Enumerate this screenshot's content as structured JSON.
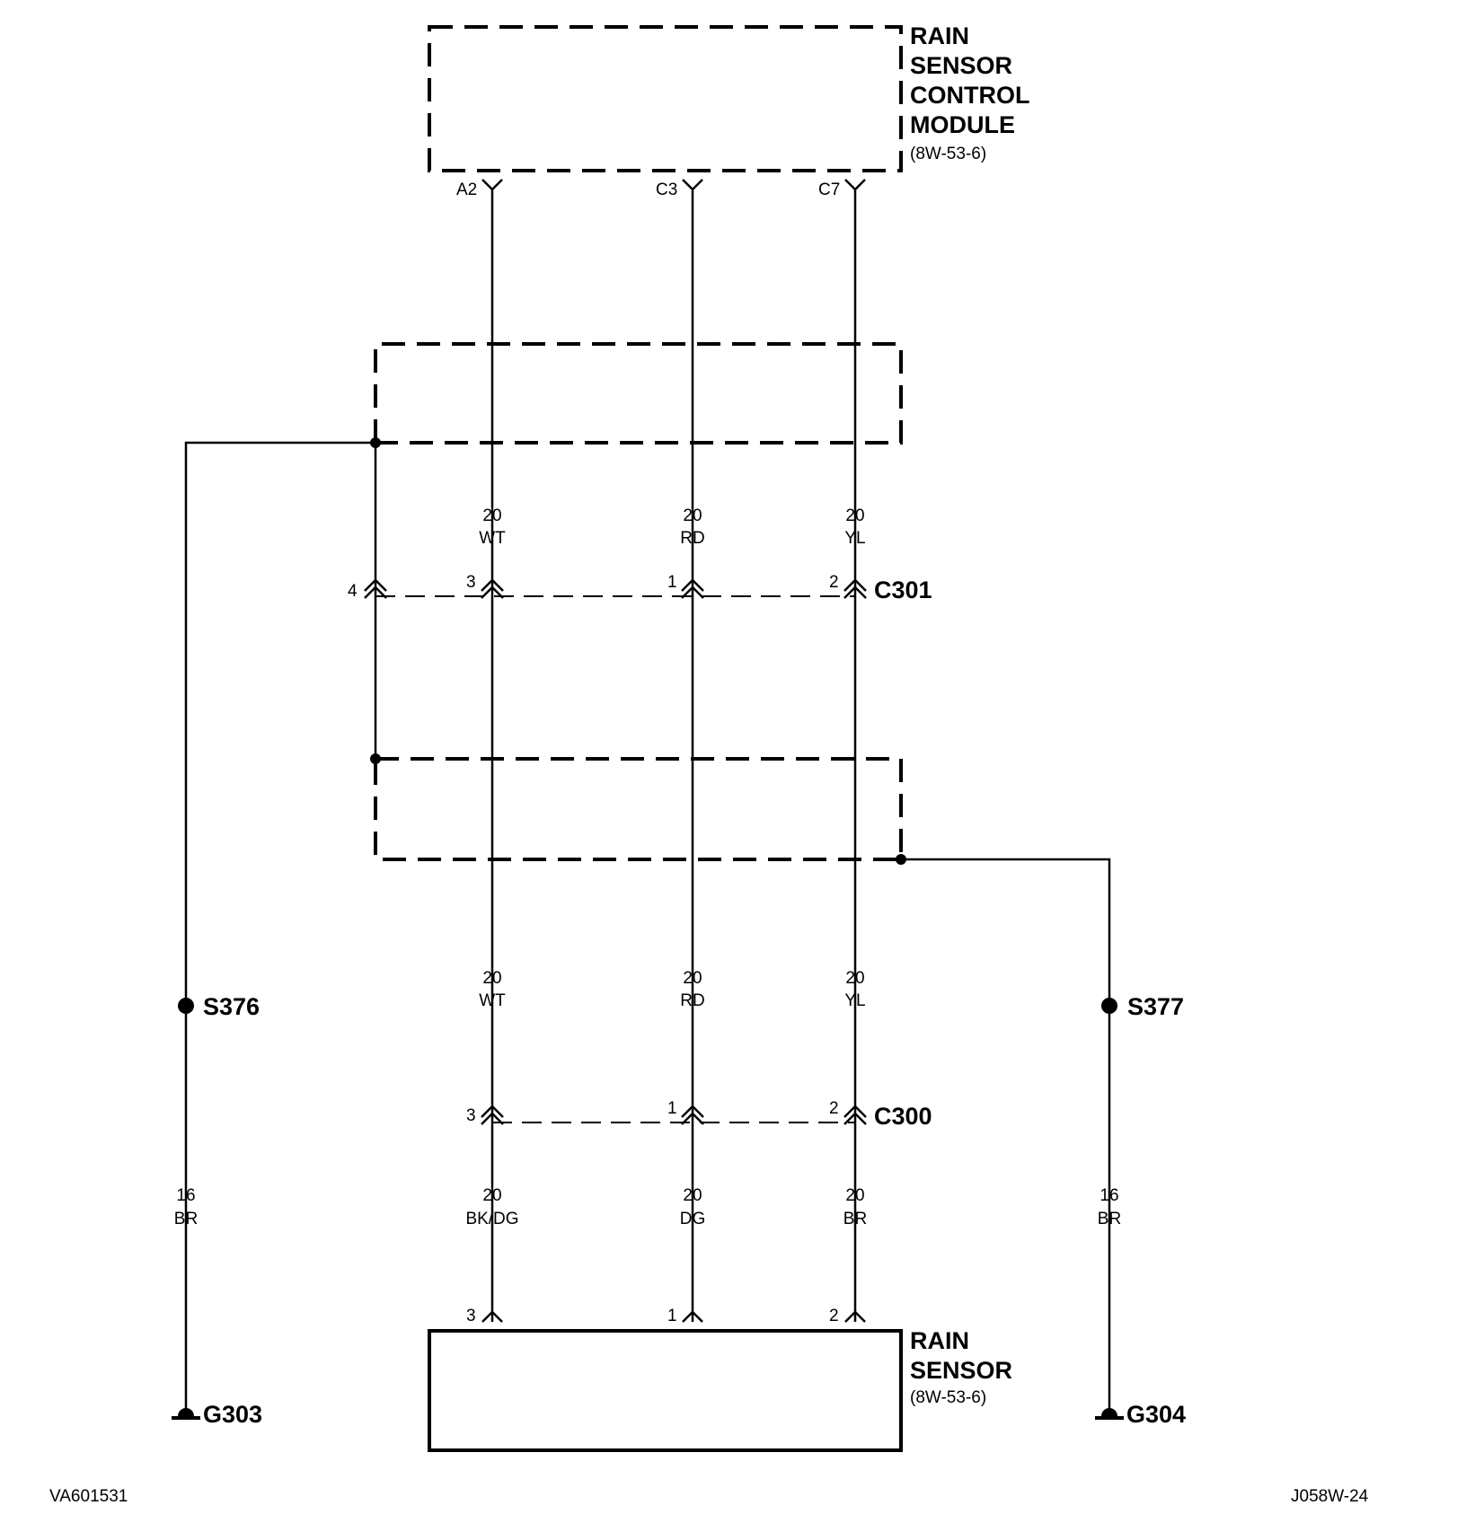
{
  "module": {
    "name_lines": [
      "RAIN",
      "SENSOR",
      "CONTROL",
      "MODULE"
    ],
    "ref": "(8W-53-6)",
    "pins": [
      "A2",
      "C3",
      "C7"
    ]
  },
  "upper_wires": [
    {
      "gauge": "20",
      "color": "WT"
    },
    {
      "gauge": "20",
      "color": "RD"
    },
    {
      "gauge": "20",
      "color": "YL"
    }
  ],
  "connector_c301": {
    "name": "C301",
    "pins": [
      "4",
      "3",
      "1",
      "2"
    ]
  },
  "middle_wires": [
    {
      "gauge": "20",
      "color": "WT"
    },
    {
      "gauge": "20",
      "color": "RD"
    },
    {
      "gauge": "20",
      "color": "YL"
    }
  ],
  "splice_left": "S376",
  "splice_right": "S377",
  "connector_c300": {
    "name": "C300",
    "pins": [
      "3",
      "1",
      "2"
    ]
  },
  "lower_wires": [
    {
      "gauge": "20",
      "color": "BK/DG"
    },
    {
      "gauge": "20",
      "color": "DG"
    },
    {
      "gauge": "20",
      "color": "BR"
    }
  ],
  "ground_wires": [
    {
      "gauge": "16",
      "color": "BR"
    },
    {
      "gauge": "16",
      "color": "BR"
    }
  ],
  "sensor": {
    "pins": [
      "3",
      "1",
      "2"
    ],
    "name_lines": [
      "RAIN",
      "SENSOR"
    ],
    "ref": "(8W-53-6)"
  },
  "ground_left": "G303",
  "ground_right": "G304",
  "footer": {
    "left_code": "VA601531",
    "right_code": "J058W-24"
  }
}
